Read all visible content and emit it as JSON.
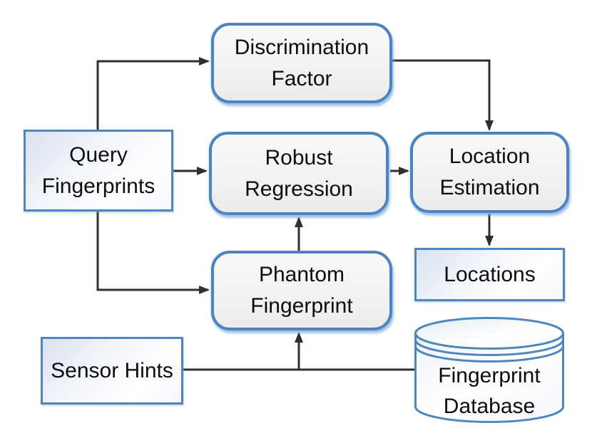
{
  "diagram": {
    "type": "flowchart",
    "nodes": {
      "discrimination_factor": {
        "label": "Discrimination Factor",
        "shape": "rounded-rectangle"
      },
      "query_fingerprints": {
        "label": "Query Fingerprints",
        "shape": "rectangle"
      },
      "robust_regression": {
        "label": "Robust Regression",
        "shape": "rounded-rectangle"
      },
      "location_estimation": {
        "label": "Location Estimation",
        "shape": "rounded-rectangle"
      },
      "phantom_fingerprint": {
        "label": "Phantom Fingerprint",
        "shape": "rounded-rectangle"
      },
      "locations": {
        "label": "Locations",
        "shape": "rectangle"
      },
      "sensor_hints": {
        "label": "Sensor Hints",
        "shape": "rectangle"
      },
      "fingerprint_database": {
        "label": "Fingerprint Database",
        "shape": "database-cylinder"
      }
    },
    "edges": [
      {
        "from": "Query Fingerprints",
        "to": "Discrimination Factor"
      },
      {
        "from": "Query Fingerprints",
        "to": "Robust Regression"
      },
      {
        "from": "Query Fingerprints",
        "to": "Phantom Fingerprint"
      },
      {
        "from": "Discrimination Factor",
        "to": "Location Estimation"
      },
      {
        "from": "Robust Regression",
        "to": "Location Estimation"
      },
      {
        "from": "Phantom Fingerprint",
        "to": "Robust Regression"
      },
      {
        "from": "Location Estimation",
        "to": "Locations"
      },
      {
        "from": "Sensor Hints",
        "to": "Phantom Fingerprint"
      },
      {
        "from": "Fingerprint Database",
        "to": "Phantom Fingerprint"
      }
    ],
    "colors": {
      "node_border_blue": "#4c84c2",
      "rounded_fill": "#f2f2f3",
      "rect_fill_tint": "#d9e2f0",
      "arrow_dark": "#2f2f2f",
      "background": "#ffffff",
      "text": "#0d0d0d"
    }
  }
}
